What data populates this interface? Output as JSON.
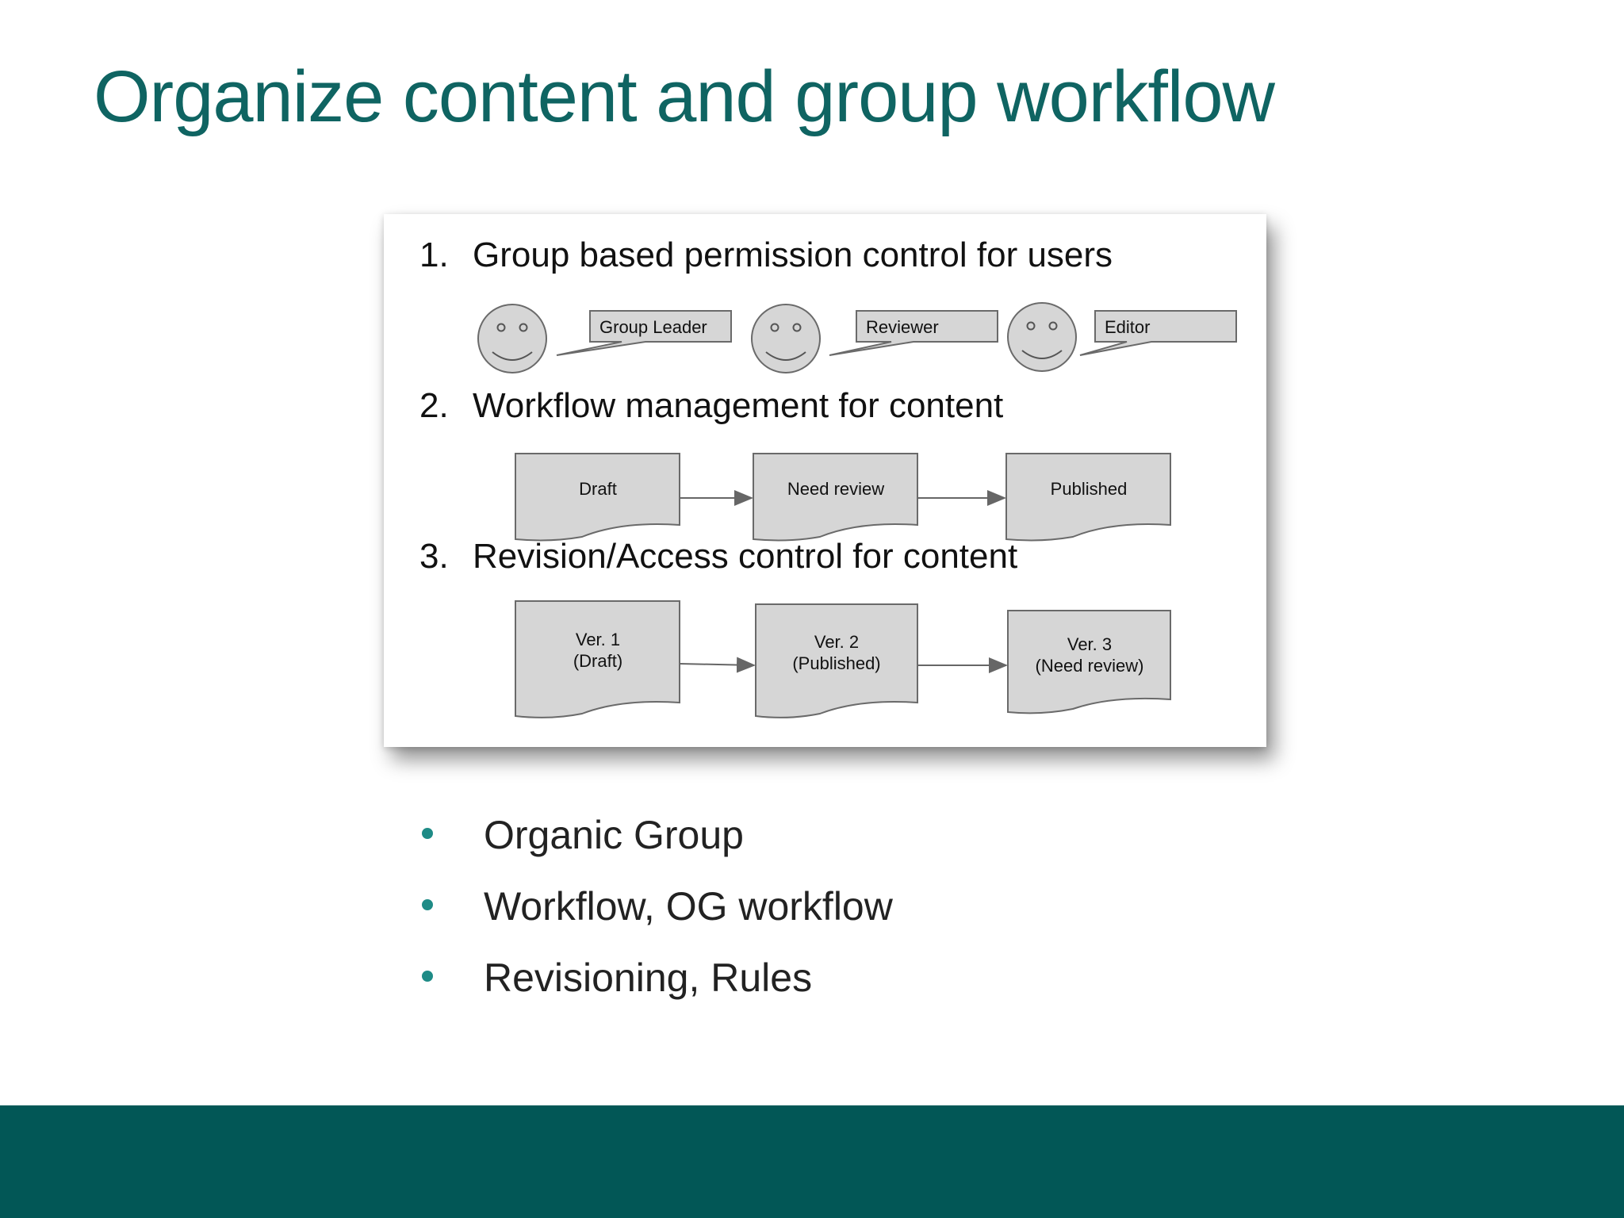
{
  "slide": {
    "title": "Organize content and group workflow",
    "figure": {
      "sections": [
        {
          "number": "1.",
          "heading": "Group based permission control for users"
        },
        {
          "number": "2.",
          "heading": "Workflow management for content"
        },
        {
          "number": "3.",
          "heading": "Revision/Access control for content"
        }
      ],
      "roles": [
        "Group Leader",
        "Reviewer",
        "Editor"
      ],
      "workflow_states": [
        "Draft",
        "Need review",
        "Published"
      ],
      "revisions": [
        {
          "line1": "Ver. 1",
          "line2": "(Draft)"
        },
        {
          "line1": "Ver. 2",
          "line2": "(Published)"
        },
        {
          "line1": "Ver. 3",
          "line2": "(Need review)"
        }
      ]
    },
    "bullets": [
      "Organic Group",
      "Workflow, OG workflow",
      "Revisioning, Rules"
    ]
  },
  "colors": {
    "title": "#0f6462",
    "bullet": "#1e8b86",
    "footer": "#025756",
    "shape_fill": "#d6d6d6"
  }
}
